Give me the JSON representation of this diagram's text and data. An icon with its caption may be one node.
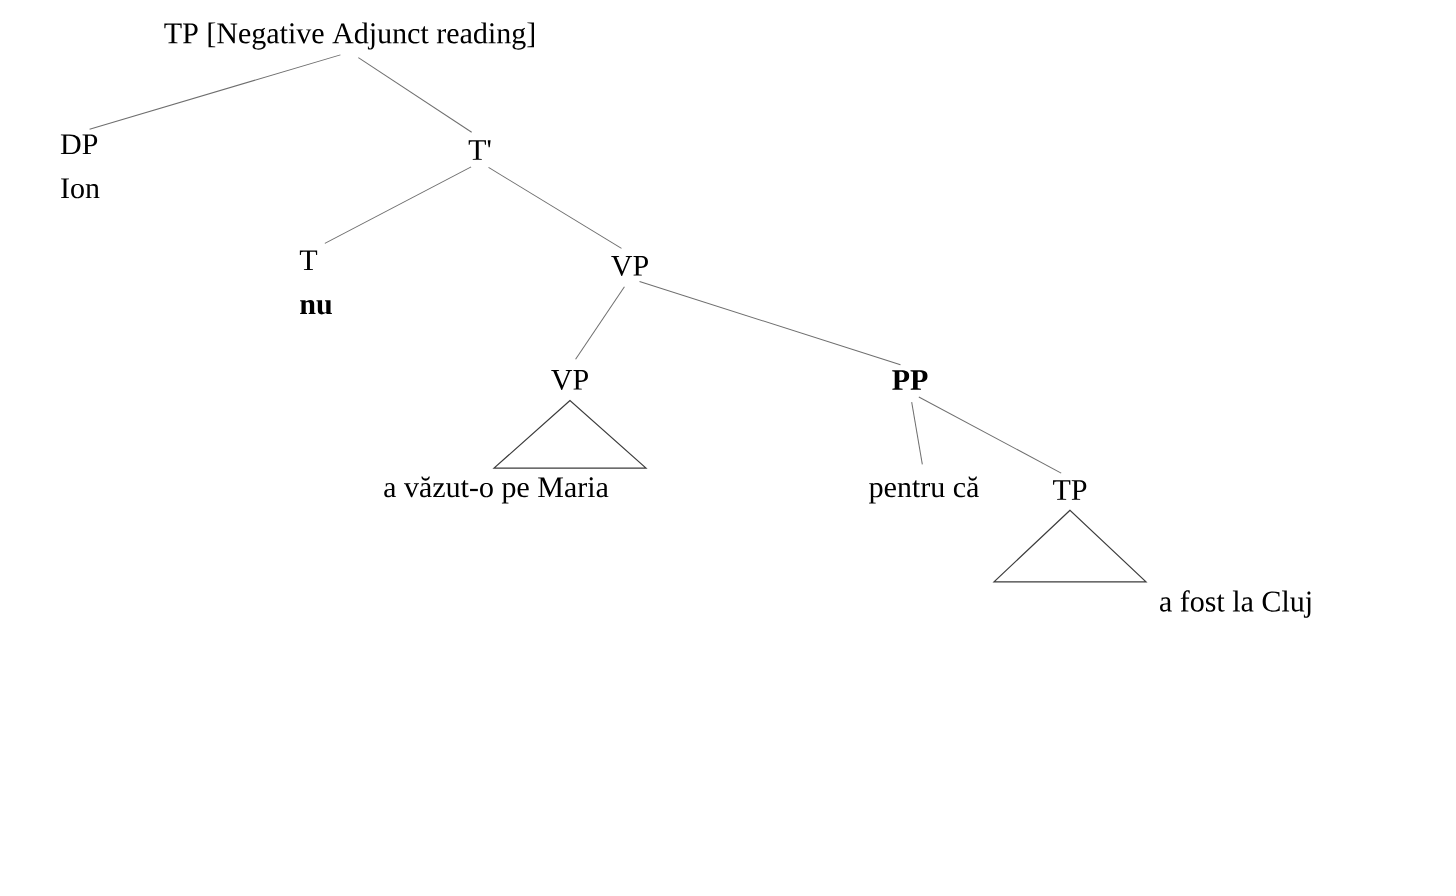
{
  "diagram": {
    "nodes": [
      {
        "text": [
          "TP [Negative Adjunct reading]"
        ]
      },
      {
        "text": [
          "DP",
          "Ion"
        ]
      },
      {
        "text": [
          "T'"
        ]
      },
      {
        "text": [
          "T",
          "nu"
        ]
      },
      {
        "text": [
          "VP"
        ]
      },
      {
        "text": [
          "VP"
        ]
      },
      {
        "text": [
          "PP"
        ]
      },
      {
        "text": [
          "a văzut-o pe Maria"
        ]
      },
      {
        "text": [
          "pentru că"
        ]
      },
      {
        "text": [
          "TP"
        ]
      },
      {
        "text": [
          "a fost la Cluj"
        ]
      }
    ],
    "edges": [
      {
        "from": 0,
        "to": 1,
        "arrow": "none"
      },
      {
        "from": 0,
        "to": 2,
        "arrow": "none"
      },
      {
        "from": 2,
        "to": 3,
        "arrow": "none"
      },
      {
        "from": 2,
        "to": 4,
        "arrow": "none"
      },
      {
        "from": 4,
        "to": 5,
        "arrow": "none"
      },
      {
        "from": 4,
        "to": 6,
        "arrow": "none"
      },
      {
        "from": 5,
        "to": 7,
        "arrow": "none"
      },
      {
        "from": 6,
        "to": 8,
        "arrow": "none"
      },
      {
        "from": 6,
        "to": 9,
        "arrow": "none"
      },
      {
        "from": 9,
        "to": 10,
        "arrow": "none"
      }
    ]
  }
}
